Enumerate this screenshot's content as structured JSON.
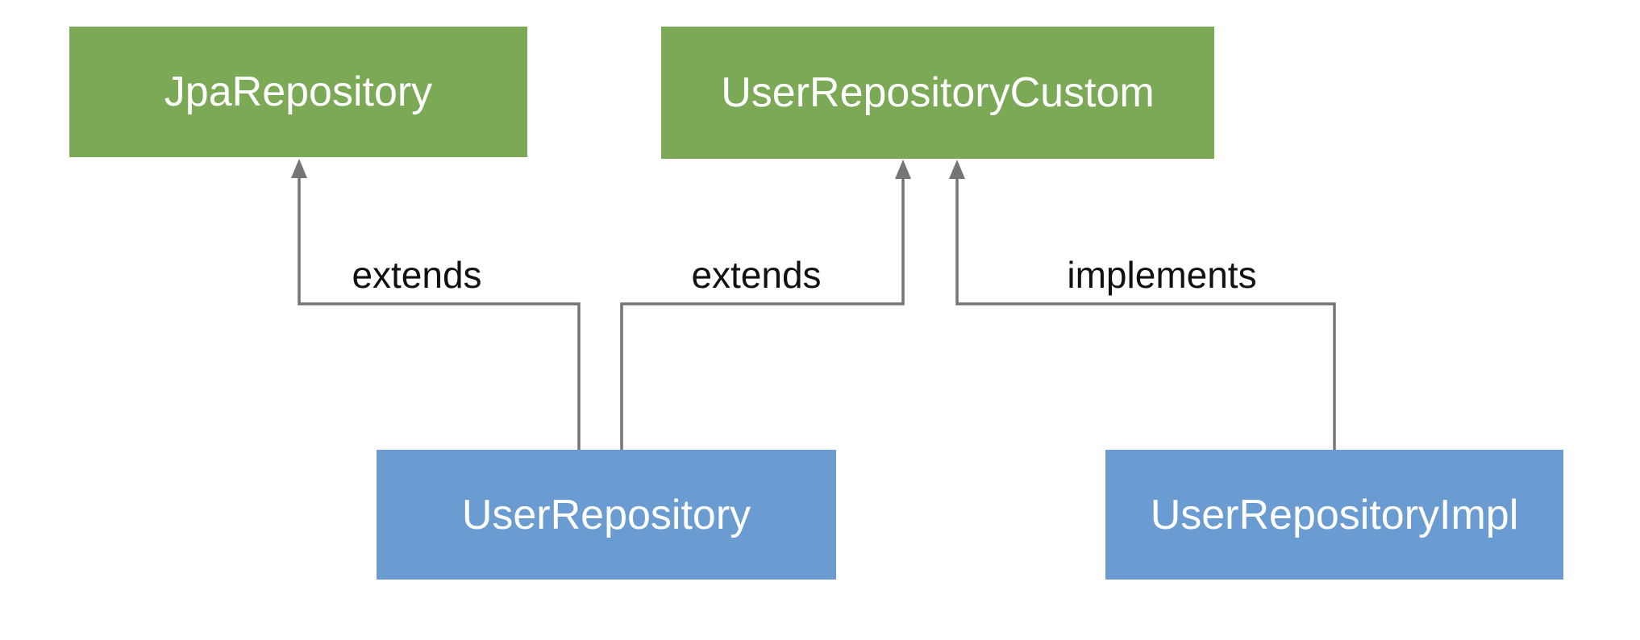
{
  "diagram": {
    "nodes": [
      {
        "id": "JpaRepository",
        "label": "JpaRepository",
        "color": "#7BA955",
        "text_color": "#FFFFFF"
      },
      {
        "id": "UserRepositoryCustom",
        "label": "UserRepositoryCustom",
        "color": "#7BA955",
        "text_color": "#FFFFFF"
      },
      {
        "id": "UserRepository",
        "label": "UserRepository",
        "color": "#6A9CD1",
        "text_color": "#FFFFFF"
      },
      {
        "id": "UserRepositoryImpl",
        "label": "UserRepositoryImpl",
        "color": "#6A9CD1",
        "text_color": "#FFFFFF"
      }
    ],
    "edges": [
      {
        "from": "UserRepository",
        "to": "JpaRepository",
        "label": "extends"
      },
      {
        "from": "UserRepository",
        "to": "UserRepositoryCustom",
        "label": "extends"
      },
      {
        "from": "UserRepositoryImpl",
        "to": "UserRepositoryCustom",
        "label": "implements"
      }
    ],
    "colors": {
      "node_green": "#7BA955",
      "node_blue": "#6A9CD1",
      "connector": "#757575",
      "edge_label_text": "#111111",
      "background": "#FFFFFF"
    }
  }
}
